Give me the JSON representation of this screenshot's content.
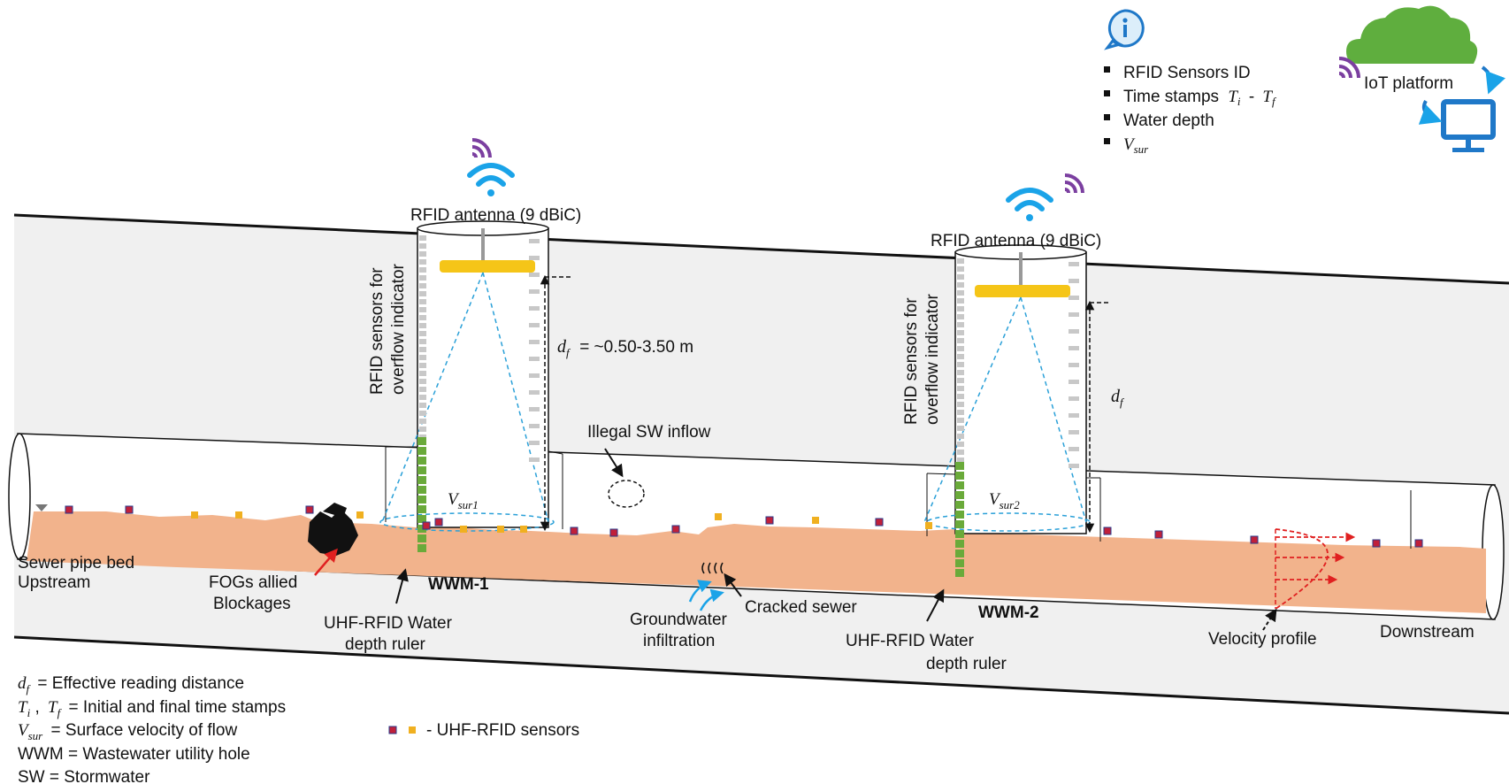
{
  "info_panel": {
    "items": [
      "RFID Sensors ID",
      "Time stamps",
      "Water depth",
      ""
    ],
    "time_stamp_i": "T",
    "time_stamp_i_sub": "i",
    "time_stamp_sep": "-",
    "time_stamp_f": "T",
    "time_stamp_f_sub": "f",
    "vsur_main": "V",
    "vsur_sub": "sur"
  },
  "iot": {
    "label": "IoT platform"
  },
  "wwm1": {
    "antenna": "RFID antenna (9 dBiC)",
    "overflow_line1": "RFID sensors for",
    "overflow_line2": "overflow indicator",
    "df_main": "d",
    "df_sub": "f",
    "df_value": "= ~0.50-3.50 m",
    "vsur_main": "V",
    "vsur_sub": "sur1",
    "name": "WWM-1",
    "ruler_line1": "UHF-RFID Water",
    "ruler_line2": "depth ruler"
  },
  "wwm2": {
    "antenna": "RFID antenna (9 dBiC)",
    "overflow_line1": "RFID sensors for",
    "overflow_line2": "overflow indicator",
    "df_main": "d",
    "df_sub": "f",
    "vsur_main": "V",
    "vsur_sub": "sur2",
    "name": "WWM-2",
    "ruler_line1": "UHF-RFID Water",
    "ruler_line2": "depth ruler"
  },
  "labels": {
    "illegal_sw": "Illegal SW inflow",
    "upstream_1": "Sewer pipe bed",
    "upstream_2": "Upstream",
    "fogs_1": "FOGs allied",
    "fogs_2": "Blockages",
    "cracked": "Cracked sewer",
    "groundwater_1": "Groundwater",
    "groundwater_2": "infiltration",
    "velocity_profile": "Velocity profile",
    "downstream": "Downstream"
  },
  "legend": {
    "df_main": "d",
    "df_sub": "f",
    "df_text": "= Effective reading distance",
    "ti_main": "T",
    "ti_sub": "i",
    "ti_sep": ",",
    "tf_main": "T",
    "tf_sub": "f",
    "t_text": "= Initial and final time stamps",
    "vsur_main": "V",
    "vsur_sub": "sur",
    "vsur_text": "= Surface velocity of flow",
    "wwm": "WWM = Wastewater utility hole",
    "sw": "SW = Stormwater",
    "sensors": "- UHF-RFID sensors"
  },
  "colors": {
    "water": "#f2b38c",
    "ground": "#f0f0f0",
    "antenna_bar": "#f5c518",
    "ruler_green": "#6aaa3a",
    "wifi_blue": "#1aa3e8",
    "signal_purple": "#7b3fa0",
    "cloud_green": "#5fae3e",
    "monitor_blue": "#1f78c8",
    "sensor_red": "#c0203a",
    "sensor_yellow": "#f0b020",
    "velocity_red": "#e02020",
    "beam_blue": "#2aa0d8"
  }
}
